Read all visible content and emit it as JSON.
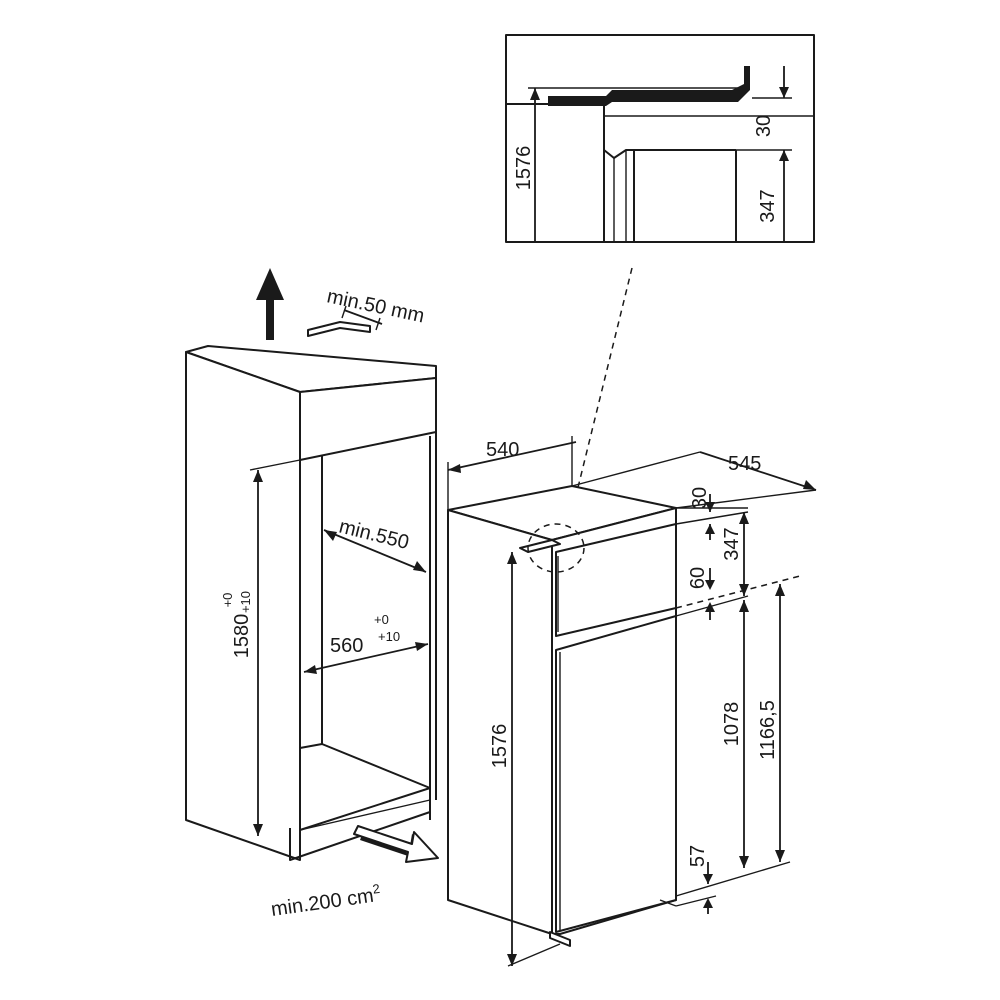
{
  "detail": {
    "height_label": "1576",
    "top_gap_label": "30",
    "upper_label": "347"
  },
  "niche": {
    "vent_top_label": "min.50 mm",
    "height_label": "1580",
    "height_tol_upper": "+0",
    "height_tol_lower": "+10",
    "depth_label": "min.550",
    "width_label": "560",
    "width_tol_upper": "+0",
    "width_tol_lower": "+10",
    "vent_bottom_label": "min.200 cm",
    "vent_bottom_sup": "2"
  },
  "appliance": {
    "width_label": "540",
    "depth_label": "545",
    "top_gap_label": "30",
    "freezer_door_label": "347",
    "door_gap_label": "60",
    "height_label": "1576",
    "fridge_door_label": "1078",
    "fridge_total_label": "1166,5",
    "bottom_gap_label": "57"
  }
}
